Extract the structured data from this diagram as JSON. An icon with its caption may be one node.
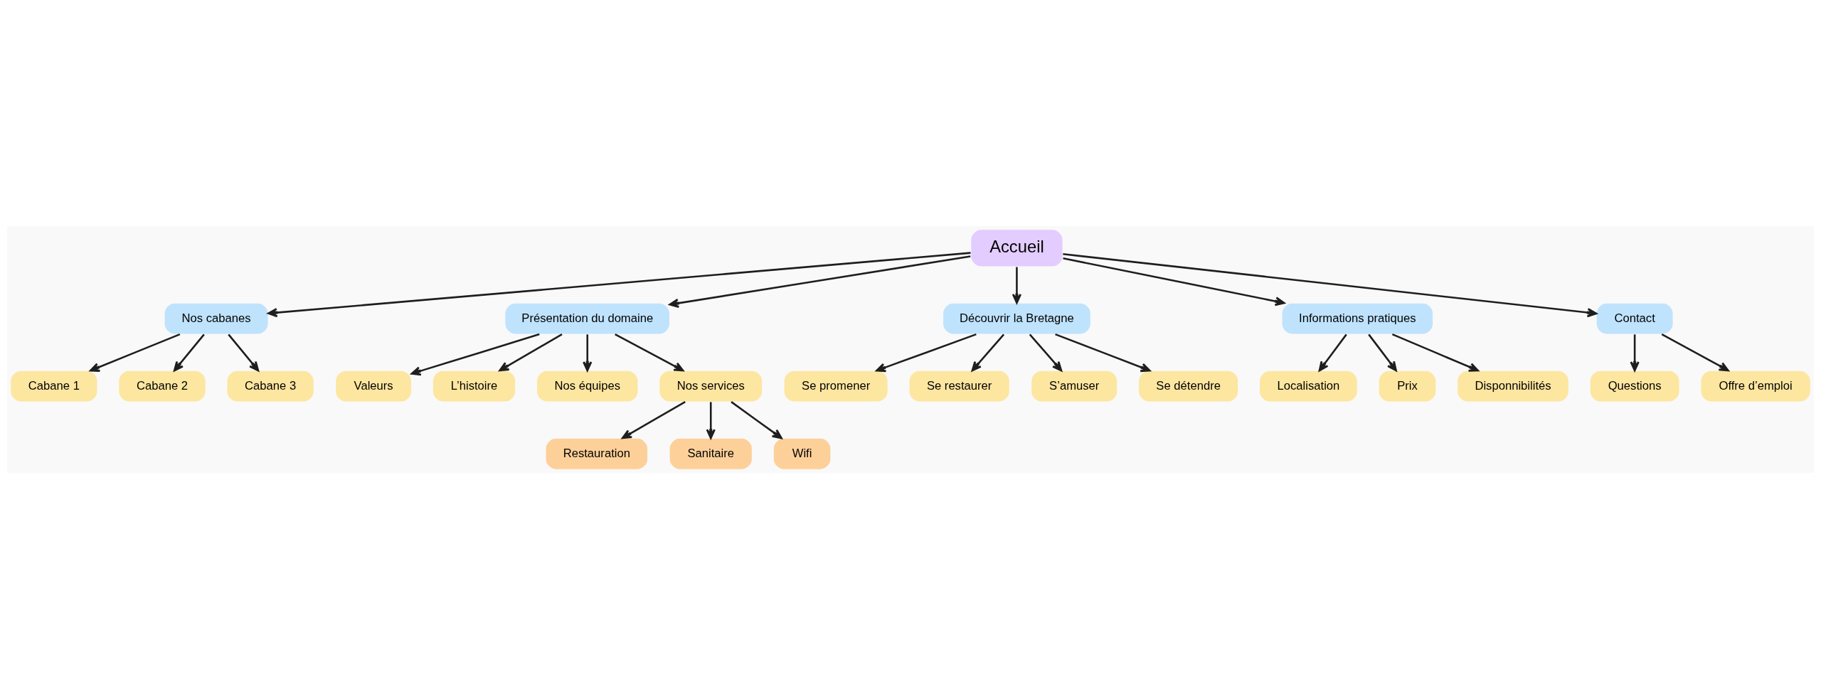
{
  "diagram": {
    "nodes": [
      {
        "text": [
          "Accueil"
        ]
      },
      {
        "text": [
          "Nos cabanes"
        ]
      },
      {
        "text": [
          "Présentation du domaine"
        ]
      },
      {
        "text": [
          "Découvrir la Bretagne"
        ]
      },
      {
        "text": [
          "Informations pratiques"
        ]
      },
      {
        "text": [
          "Contact"
        ]
      },
      {
        "text": [
          "Cabane 1"
        ]
      },
      {
        "text": [
          "Cabane 2"
        ]
      },
      {
        "text": [
          "Cabane 3"
        ]
      },
      {
        "text": [
          "Valeurs"
        ]
      },
      {
        "text": [
          "L’histoire"
        ]
      },
      {
        "text": [
          "Nos équipes"
        ]
      },
      {
        "text": [
          "Nos services"
        ]
      },
      {
        "text": [
          "Restauration"
        ]
      },
      {
        "text": [
          "Sanitaire"
        ]
      },
      {
        "text": [
          "Wifi"
        ]
      },
      {
        "text": [
          "Se promener"
        ]
      },
      {
        "text": [
          "Se restaurer"
        ]
      },
      {
        "text": [
          "S’amuser"
        ]
      },
      {
        "text": [
          "Se détendre"
        ]
      },
      {
        "text": [
          "Localisation"
        ]
      },
      {
        "text": [
          "Prix"
        ]
      },
      {
        "text": [
          "Disponnibilités"
        ]
      },
      {
        "text": [
          "Questions"
        ]
      },
      {
        "text": [
          "Offre d’emploi"
        ]
      }
    ],
    "edges": [
      {
        "from": 0,
        "to": 1,
        "arrow": "to"
      },
      {
        "from": 0,
        "to": 2,
        "arrow": "to"
      },
      {
        "from": 0,
        "to": 3,
        "arrow": "to"
      },
      {
        "from": 0,
        "to": 4,
        "arrow": "to"
      },
      {
        "from": 0,
        "to": 5,
        "arrow": "to"
      },
      {
        "from": 1,
        "to": 6,
        "arrow": "to"
      },
      {
        "from": 1,
        "to": 7,
        "arrow": "to"
      },
      {
        "from": 1,
        "to": 8,
        "arrow": "to"
      },
      {
        "from": 2,
        "to": 9,
        "arrow": "to"
      },
      {
        "from": 2,
        "to": 10,
        "arrow": "to"
      },
      {
        "from": 2,
        "to": 11,
        "arrow": "to"
      },
      {
        "from": 2,
        "to": 12,
        "arrow": "to"
      },
      {
        "from": 12,
        "to": 13,
        "arrow": "to"
      },
      {
        "from": 12,
        "to": 14,
        "arrow": "to"
      },
      {
        "from": 12,
        "to": 15,
        "arrow": "to"
      },
      {
        "from": 3,
        "to": 16,
        "arrow": "to"
      },
      {
        "from": 3,
        "to": 17,
        "arrow": "to"
      },
      {
        "from": 3,
        "to": 18,
        "arrow": "to"
      },
      {
        "from": 3,
        "to": 19,
        "arrow": "to"
      },
      {
        "from": 4,
        "to": 20,
        "arrow": "to"
      },
      {
        "from": 4,
        "to": 21,
        "arrow": "to"
      },
      {
        "from": 4,
        "to": 22,
        "arrow": "to"
      },
      {
        "from": 5,
        "to": 23,
        "arrow": "to"
      },
      {
        "from": 5,
        "to": 24,
        "arrow": "to"
      }
    ]
  }
}
